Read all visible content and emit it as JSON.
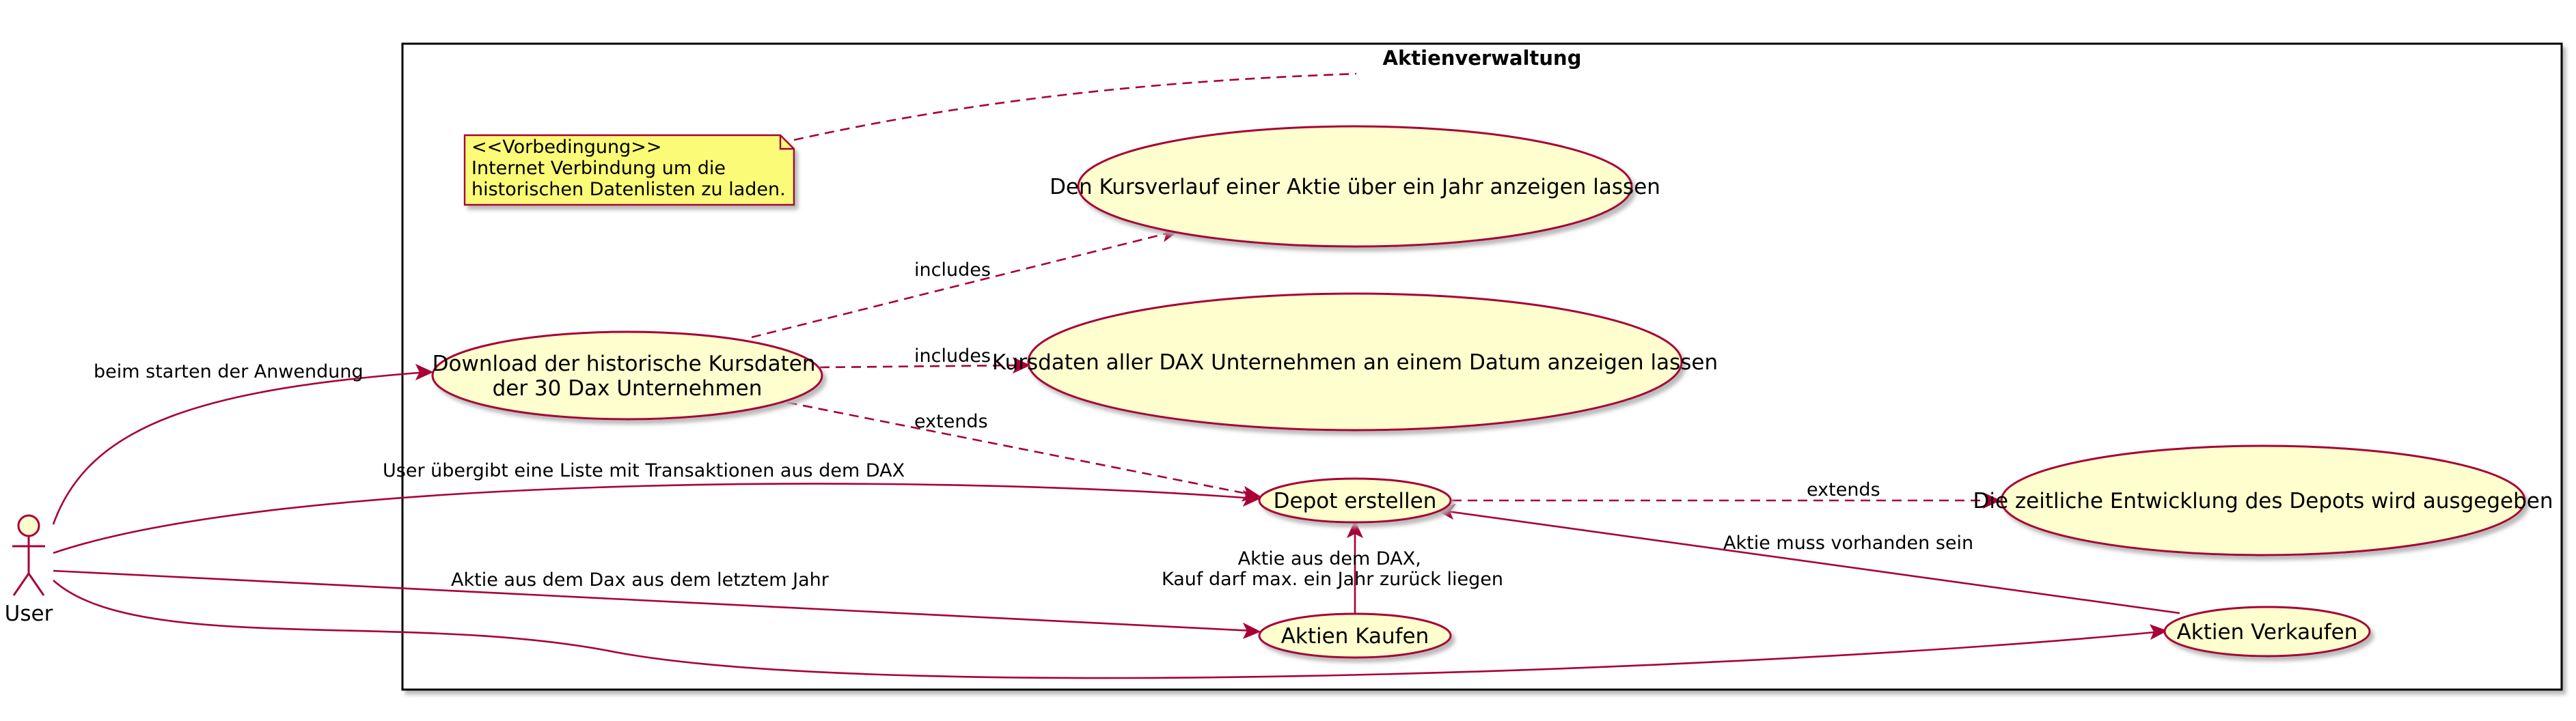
{
  "system": {
    "title": "Aktienverwaltung"
  },
  "actor": {
    "name": "User"
  },
  "note": {
    "lines": [
      "<<Vorbedingung>>",
      " Internet Verbindung um die",
      " historischen Datenlisten zu laden."
    ]
  },
  "usecases": {
    "kursverlauf": {
      "lines": [
        "Den Kursverlauf einer Aktie über ein Jahr anzeigen lassen"
      ]
    },
    "download": {
      "lines": [
        "Download der historische Kursdaten",
        "der 30 Dax Unternehmen"
      ]
    },
    "kursdaten": {
      "lines": [
        "Kursdaten aller DAX Unternehmen an einem Datum anzeigen lassen"
      ]
    },
    "depot": {
      "lines": [
        "Depot erstellen"
      ]
    },
    "entwicklung": {
      "lines": [
        "Die zeitliche Entwicklung des Depots wird ausgegeben"
      ]
    },
    "kaufen": {
      "lines": [
        "Aktien Kaufen"
      ]
    },
    "verkaufen": {
      "lines": [
        "Aktien Verkaufen"
      ]
    }
  },
  "relations": {
    "user_download": "beim starten der Anwendung",
    "user_depot": "User übergibt eine Liste mit Transaktionen aus dem DAX",
    "user_kaufen": "Aktie aus dem Dax aus dem letztem Jahr",
    "download_kursverlauf": "includes",
    "download_kursdaten": "includes",
    "download_depot": "extends",
    "depot_entwicklung": "extends",
    "kaufen_depot": [
      "Aktie aus dem DAX,",
      "Kauf darf max. ein Jahr zurück liegen"
    ],
    "verkaufen_depot": "Aktie muss vorhanden sein"
  },
  "colors": {
    "usecase_fill": "#FEFECE",
    "border": "#A80036",
    "note_fill": "#FBFB77",
    "shadow": "#B3B3B3"
  }
}
